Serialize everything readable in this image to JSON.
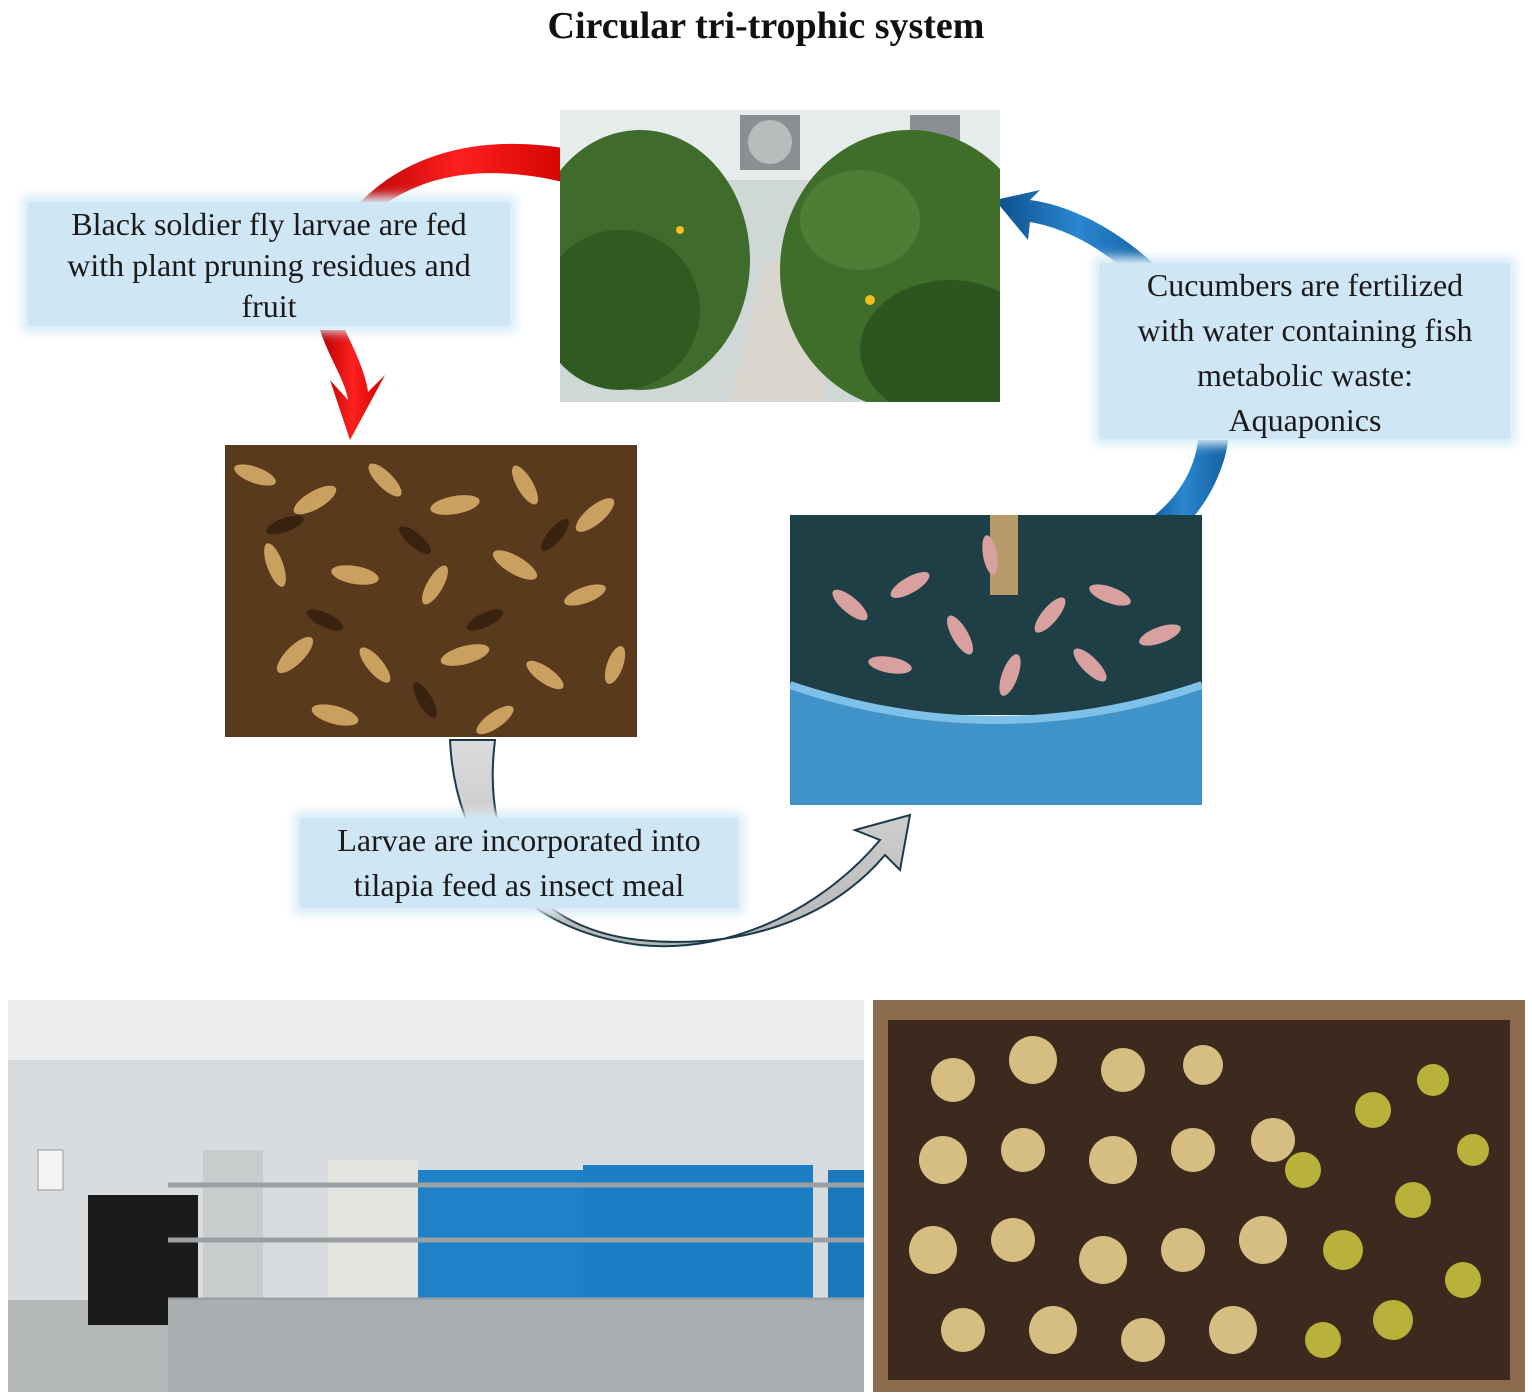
{
  "title": "Circular tri-trophic system",
  "captions": {
    "larvae_feed": [
      "Black soldier fly larvae are fed",
      "with plant pruning residues and",
      "fruit"
    ],
    "aquaponics": [
      "Cucumbers are fertilized",
      "with water containing fish",
      "metabolic waste:",
      "Aquaponics"
    ],
    "insect_meal": [
      "Larvae are incorporated into",
      "tilapia feed as insect meal"
    ]
  },
  "photos": {
    "greenhouse": "greenhouse-cucumbers-photo",
    "larvae": "black-soldier-fly-larvae-photo",
    "fish_tank": "tilapia-tank-photo",
    "facility": "aquaculture-facility-photo",
    "feeding_tray": "larvae-feeding-tray-photo"
  },
  "colors": {
    "red_arrow": "#e01010",
    "blue_arrow": "#1a6fb5",
    "gray_arrow": "#c8c8c8",
    "caption_bg": "#cfe6f5"
  }
}
